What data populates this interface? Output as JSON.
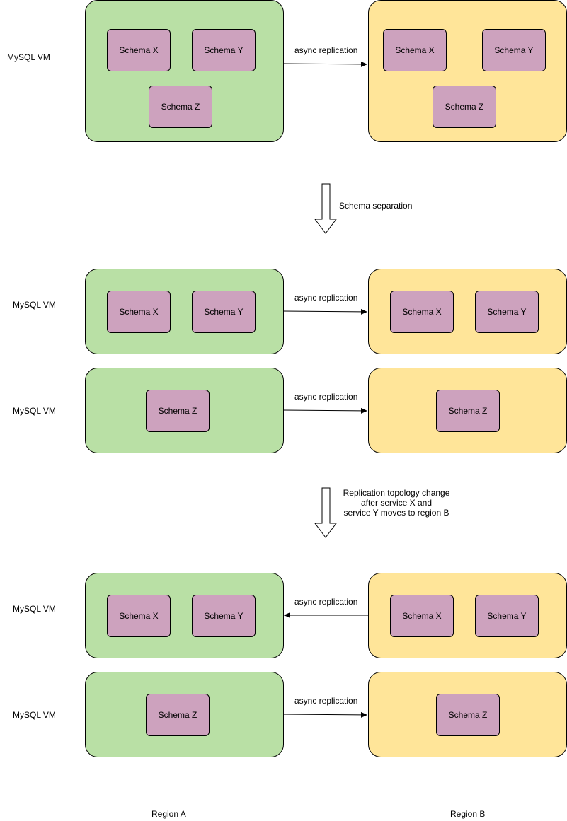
{
  "vm_label": "MySQL VM",
  "replication_label": "async replication",
  "schemas": {
    "x": "Schema X",
    "y": "Schema Y",
    "z": "Schema Z"
  },
  "step1_label": "Schema separation",
  "step2_label": [
    "Replication topology change",
    "after service X and",
    "service Y moves to region B"
  ],
  "regions": {
    "a": "Region A",
    "b": "Region B"
  },
  "colors": {
    "region_a": "#b9e0a5",
    "region_b": "#ffe599",
    "schema": "#cda2be"
  }
}
